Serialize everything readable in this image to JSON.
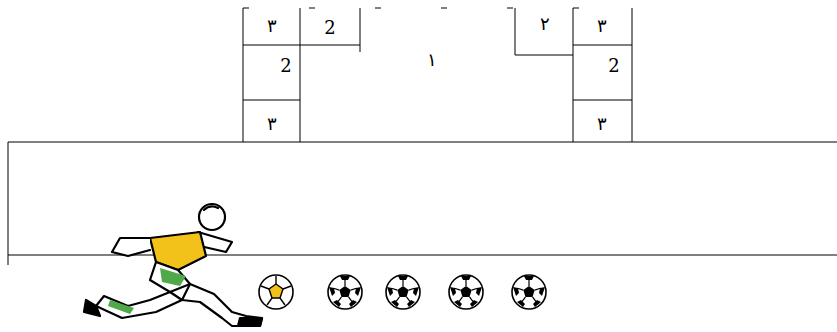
{
  "diagram": {
    "labels": [
      "٣",
      "2",
      "٢",
      "٣",
      "2",
      "١",
      "2",
      "٣",
      "٣"
    ]
  }
}
